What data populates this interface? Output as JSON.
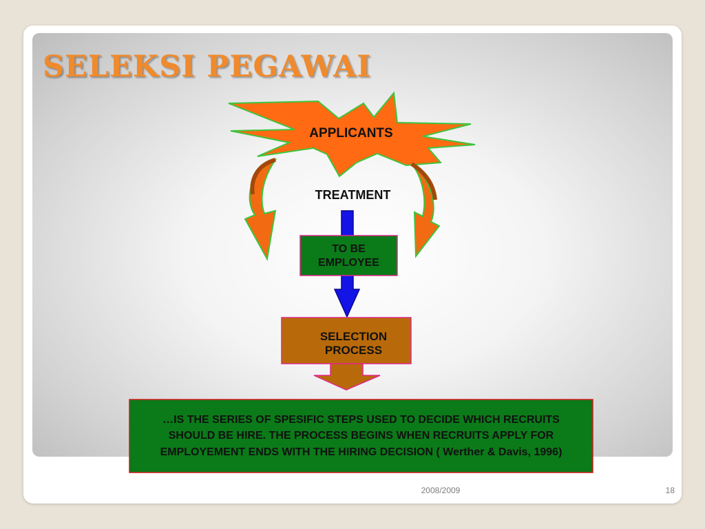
{
  "slide": {
    "title": "SELEKSI PEGAWAI",
    "footer_date": "2008/2009",
    "page_number": "18"
  },
  "diagram": {
    "applicants": "APPLICANTS",
    "treatment": "TREATMENT",
    "to_be_employee": "TO BE EMPLOYEE",
    "selection_process": "SELECTION PROCESS",
    "definition": "…IS THE SERIES OF SPESIFIC  STEPS USED TO DECIDE WHICH RECRUITS SHOULD BE HIRE. THE PROCESS BEGINS WHEN RECRUITS APPLY FOR EMPLOYEMENT ENDS WITH THE HIRING DECISION ( Werther & Davis, 1996)"
  },
  "colors": {
    "title": "#f08a2c",
    "burst_fill": "#ff6a13",
    "burst_stroke": "#3ec43e",
    "green_box": "#0b7a19",
    "brown_box": "#b86a0a",
    "box_border_pink": "#e0288a",
    "box_border_red": "#d21a1a",
    "blue_arrow": "#1414e6",
    "side_arrow": "#f26b12"
  }
}
